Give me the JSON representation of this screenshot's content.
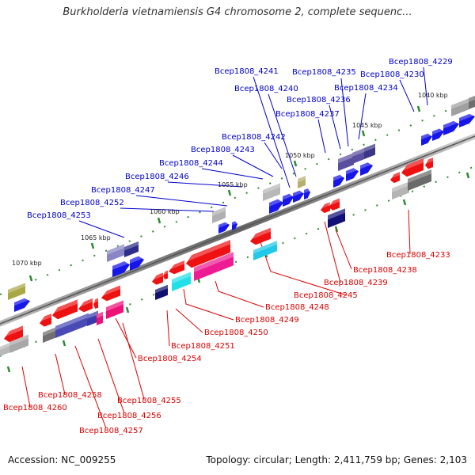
{
  "title": "Burkholderia vietnamiensis G4 chromosome 2, complete sequenc...",
  "footer": {
    "accession": "Accession: NC_009255",
    "topology": "Topology: circular; Length: 2,411,759 bp; Genes: 2,103"
  },
  "colors": {
    "forward_label": "#0000cc",
    "reverse_label": "#dd0000",
    "backbone": "#777777",
    "tick": "#2e8b2e"
  },
  "scale_labels": [
    "1040 kbp",
    "1045 kbp",
    "1050 kbp",
    "1055 kbp",
    "1060 kbp",
    "1065 kbp",
    "1070 kbp"
  ],
  "forward_labels": [
    "Bcep1808_4229",
    "Bcep1808_4230",
    "Bcep1808_4234",
    "Bcep1808_4235",
    "Bcep1808_4236",
    "Bcep1808_4237",
    "Bcep1808_4240",
    "Bcep1808_4241",
    "Bcep1808_4242",
    "Bcep1808_4243",
    "Bcep1808_4244",
    "Bcep1808_4246",
    "Bcep1808_4247",
    "Bcep1808_4252",
    "Bcep1808_4253"
  ],
  "reverse_labels": [
    "Bcep1808_4233",
    "Bcep1808_4238",
    "Bcep1808_4239",
    "Bcep1808_4245",
    "Bcep1808_4248",
    "Bcep1808_4249",
    "Bcep1808_4250",
    "Bcep1808_4251",
    "Bcep1808_4254",
    "Bcep1808_4255",
    "Bcep1808_4256",
    "Bcep1808_4257",
    "Bcep1808_4258",
    "Bcep1808_4260"
  ]
}
